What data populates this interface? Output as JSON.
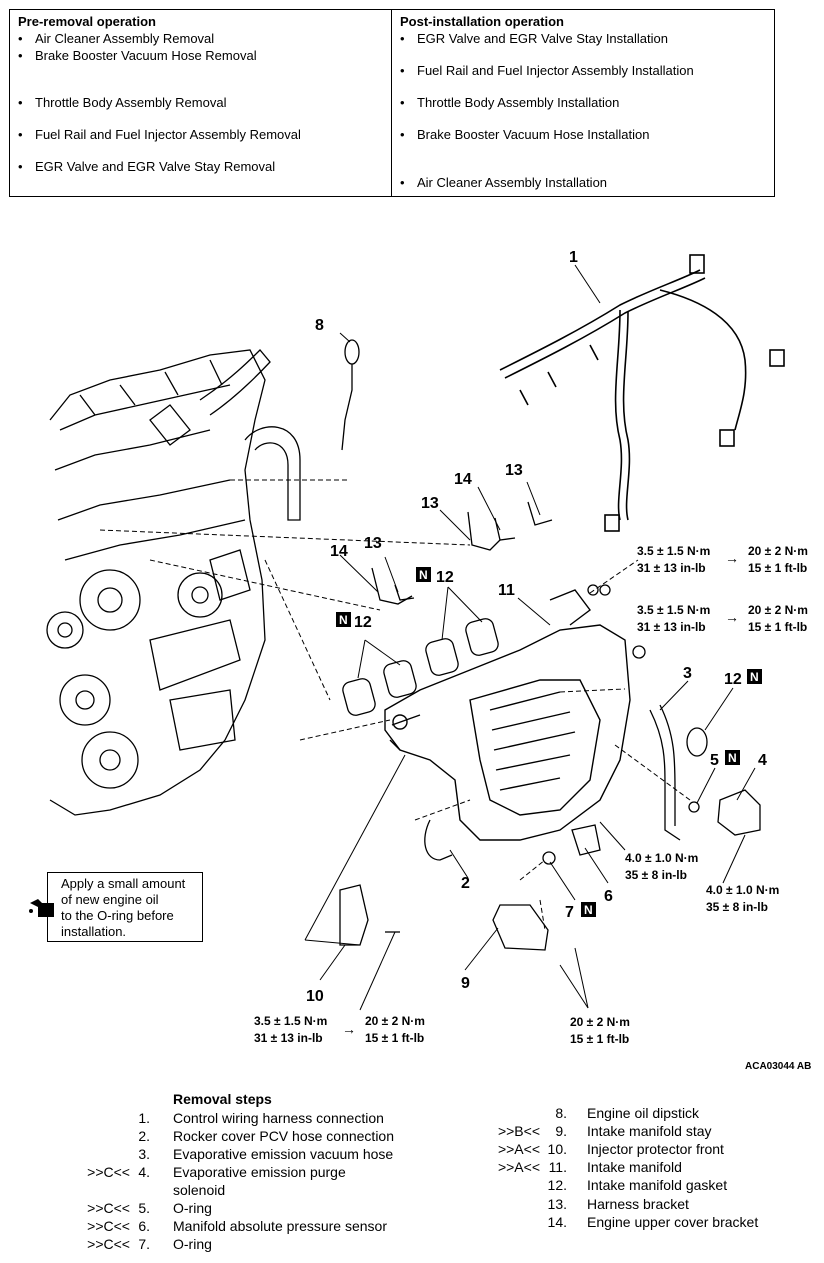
{
  "pre_removal": {
    "heading": "Pre-removal operation",
    "items": [
      "Air Cleaner Assembly Removal",
      "Brake Booster Vacuum Hose Removal",
      "Throttle Body Assembly Removal",
      "Fuel Rail and Fuel Injector Assembly Removal",
      "EGR Valve and EGR Valve Stay Removal"
    ]
  },
  "post_installation": {
    "heading": "Post-installation operation",
    "items": [
      "EGR Valve and EGR Valve Stay Installation",
      "Fuel Rail and Fuel Injector Assembly Installation",
      "Throttle Body Assembly Installation",
      "Brake Booster Vacuum Hose Installation",
      "Air Cleaner Assembly Installation"
    ]
  },
  "callouts": [
    "1",
    "2",
    "3",
    "4",
    "5",
    "6",
    "7",
    "8",
    "9",
    "10",
    "11",
    "12",
    "13",
    "14"
  ],
  "new_part_mark": "N",
  "torques": {
    "t1a": "3.5 ± 1.5 N·m",
    "t1b": "31 ± 13 in-lb",
    "t1c": "20 ± 2 N·m",
    "t1d": "15 ± 1 ft-lb",
    "t2a": "3.5 ± 1.5 N·m",
    "t2b": "31 ± 13 in-lb",
    "t2c": "20 ± 2 N·m",
    "t2d": "15 ± 1 ft-lb",
    "t3a": "4.0 ± 1.0 N·m",
    "t3b": "35 ± 8 in-lb",
    "t4a": "4.0 ± 1.0 N·m",
    "t4b": "35 ± 8 in-lb",
    "t5a": "3.5 ± 1.5 N·m",
    "t5b": "31 ± 13 in-lb",
    "t5c": "20 ± 2 N·m",
    "t5d": "15 ± 1 ft-lb",
    "t6a": "20 ± 2 N·m",
    "t6b": "15 ± 1 ft-lb",
    "arrow": "→"
  },
  "note": {
    "lines": [
      "Apply a small amount",
      "of new engine oil",
      "to the O-ring before",
      "installation."
    ],
    "icon": "oil-can-icon"
  },
  "figure_id": "ACA03044 AB",
  "removal_steps": {
    "title": "Removal steps",
    "items": [
      {
        "mark": "",
        "num": "1.",
        "label": "Control wiring harness connection"
      },
      {
        "mark": "",
        "num": "2.",
        "label": "Rocker cover PCV hose connection"
      },
      {
        "mark": "",
        "num": "3.",
        "label": "Evaporative emission vacuum hose"
      },
      {
        "mark": ">>C<<",
        "num": "4.",
        "label": "Evaporative emission purge"
      },
      {
        "mark": "",
        "num": "",
        "label": "solenoid"
      },
      {
        "mark": ">>C<<",
        "num": "5.",
        "label": "O-ring"
      },
      {
        "mark": ">>C<<",
        "num": "6.",
        "label": "Manifold absolute pressure sensor"
      },
      {
        "mark": ">>C<<",
        "num": "7.",
        "label": "O-ring"
      },
      {
        "mark": "",
        "num": "8.",
        "label": "Engine oil dipstick"
      },
      {
        "mark": ">>B<<",
        "num": "9.",
        "label": "Intake manifold stay"
      },
      {
        "mark": ">>A<<",
        "num": "10.",
        "label": "Injector protector front"
      },
      {
        "mark": ">>A<<",
        "num": "11.",
        "label": "Intake manifold"
      },
      {
        "mark": "",
        "num": "12.",
        "label": "Intake manifold gasket"
      },
      {
        "mark": "",
        "num": "13.",
        "label": "Harness bracket"
      },
      {
        "mark": "",
        "num": "14.",
        "label": "Engine upper cover bracket"
      }
    ]
  }
}
